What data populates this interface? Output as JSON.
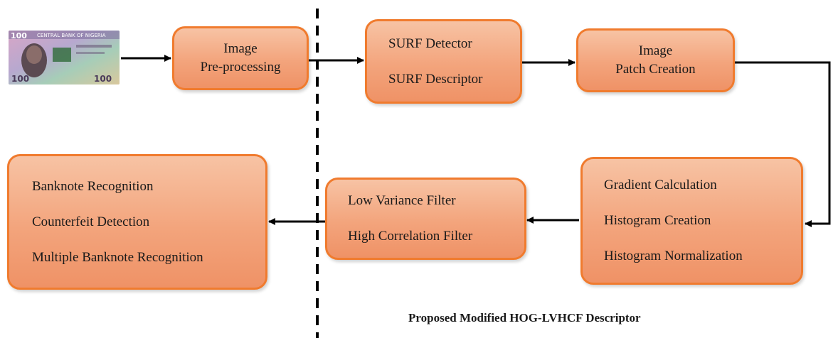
{
  "boxes": {
    "image_preprocessing": {
      "line1": "Image",
      "line2": "Pre-processing"
    },
    "surf": {
      "line1": "SURF Detector",
      "line2": "SURF Descriptor"
    },
    "patch": {
      "line1": "Image",
      "line2": "Patch Creation"
    },
    "hog": {
      "line1": "Gradient Calculation",
      "line2": "Histogram Creation",
      "line3": "Histogram Normalization"
    },
    "filters": {
      "line1": "Low Variance Filter",
      "line2": "High Correlation Filter"
    },
    "recognition": {
      "line1": "Banknote Recognition",
      "line2": "Counterfeit Detection",
      "line3": "Multiple Banknote Recognition"
    }
  },
  "banknote": {
    "header": "CENTRAL BANK OF NIGERIA",
    "denomination": "100"
  },
  "caption": "Proposed Modified HOG-LVHCF  Descriptor",
  "colors": {
    "box_border": "#f07b2e",
    "box_fill": "#f3a47c",
    "arrow": "#000000"
  }
}
